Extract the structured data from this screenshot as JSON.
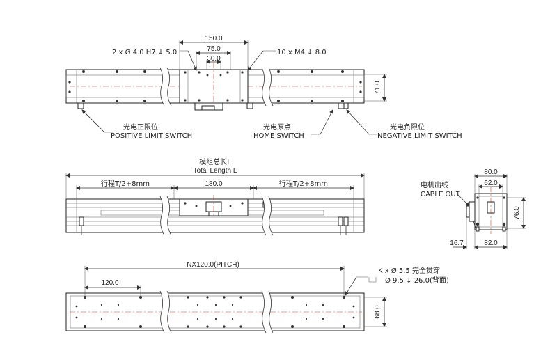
{
  "colors": {
    "line": "#222222",
    "centerline": "#d23a2a",
    "background": "#ffffff"
  },
  "top_view": {
    "dim_150": "150.0",
    "dim_75": "75.0",
    "dim_30": "30.0",
    "dim_71": "71.0",
    "pin_note": "2 x  Ø 4.0 H7  ↓ 5.0",
    "screw_note": "10 x  M4    ↓ 8.0",
    "positive_cn": "光电正限位",
    "positive_en": "POSITIVE LIMIT SWITCH",
    "home_cn": "光电原点",
    "home_en": "HOME  SWITCH",
    "negative_cn": "光电负限位",
    "negative_en": "NEGATIVE  LIMIT  SWITCH"
  },
  "side_view": {
    "total_cn": "模组总长L",
    "total_en": "Total Length L",
    "stroke_left": "行程T/2+8mm",
    "dim_180": "180.0",
    "stroke_right": "行程T/2+8mm"
  },
  "end_view": {
    "cable_cn": "电机出线",
    "cable_en": "CABLE OUT",
    "dim_80": "80.0",
    "dim_62": "62.0",
    "dim_76": "76.0",
    "dim_16_7": "16.7",
    "dim_82": "82.0"
  },
  "bottom_view": {
    "pitch": "NX120.0(PITCH)",
    "dim_120": "120.0",
    "dim_68": "68.0",
    "hole_note1": "K x  Ø 5.5 完全贯穿",
    "hole_note2": "Ø 9.5  ↓ 26.0(背面)"
  }
}
